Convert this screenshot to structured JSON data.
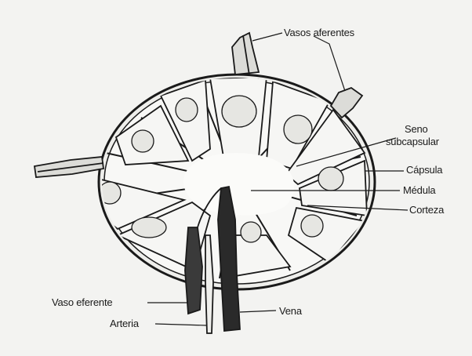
{
  "labels": {
    "vasos_aferentes": "Vasos aferentes",
    "seno_line1": "Seno",
    "seno_line2": "subcapsular",
    "capsula": "Cápsula",
    "medula": "Médula",
    "corteza": "Corteza",
    "vaso_eferente": "Vaso eferente",
    "arteria": "Arteria",
    "vena": "Vena"
  },
  "colors": {
    "ink": "#1a1a1a",
    "paper": "#f3f3f1",
    "shade": "#d9d9d6",
    "light_fill": "#f8f8f6"
  }
}
